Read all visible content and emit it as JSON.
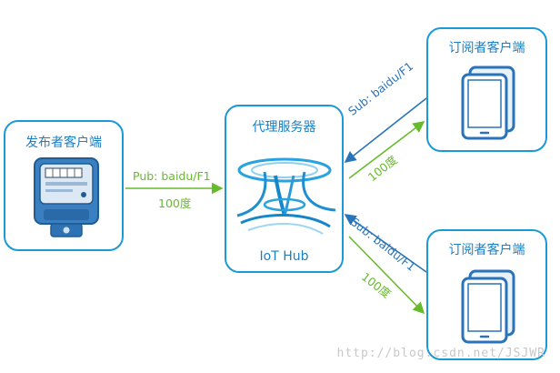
{
  "publisher": {
    "title": "发布者客户端",
    "icon": "electric-meter-icon"
  },
  "broker": {
    "title": "代理服务器",
    "name": "IoT Hub",
    "icon": "swirl-logo-icon"
  },
  "subscribers": [
    {
      "title": "订阅者客户端",
      "icon": "tablet-icon"
    },
    {
      "title": "订阅者客户端",
      "icon": "tablet-icon"
    }
  ],
  "edges": {
    "pub_topic": "Pub: baidu/F1",
    "pub_value": "100度",
    "sub1_topic": "Sub: baidu/F1",
    "sub1_value": "100度",
    "sub2_topic": "Sub: baidu/F1",
    "sub2_value": "100度"
  },
  "colors": {
    "box_border": "#1a9ad6",
    "title_text": "#1a7fc4",
    "data_flow": "#66bb2a",
    "subscription": "#2a73b8"
  },
  "watermark": "http://blog.csdn.net/JSJWR"
}
